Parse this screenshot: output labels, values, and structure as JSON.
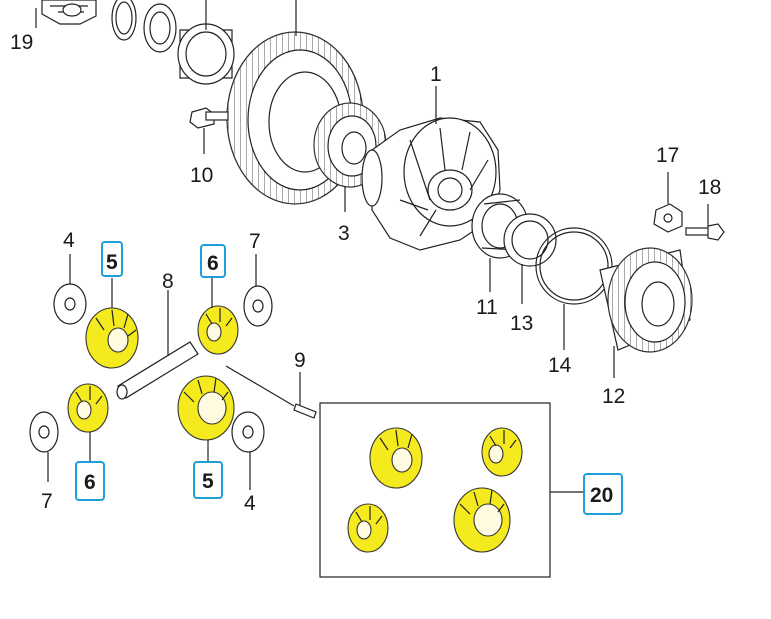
{
  "colors": {
    "highlight": "#f5ea1e",
    "callout_box": "#1f9fd9",
    "line": "#222222"
  },
  "callouts": {
    "c19": "19",
    "c1": "1",
    "c10": "10",
    "c3": "3",
    "c17": "17",
    "c18": "18",
    "c4a": "4",
    "c5a": "5",
    "c8": "8",
    "c6a": "6",
    "c7a": "7",
    "c11": "11",
    "c13": "13",
    "c14": "14",
    "c12": "12",
    "c9": "9",
    "c7b": "7",
    "c6b": "6",
    "c5b": "5",
    "c4b": "4",
    "c20": "20"
  }
}
